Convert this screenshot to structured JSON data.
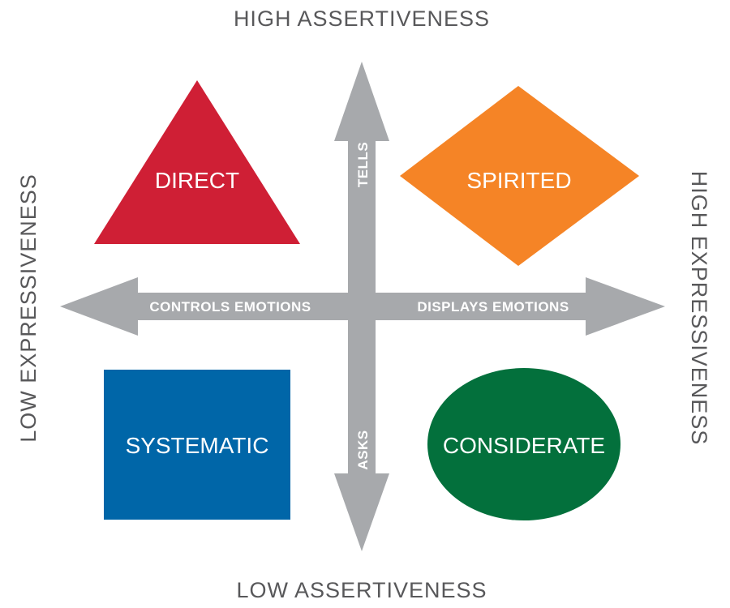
{
  "axes": {
    "top": "HIGH ASSERTIVENESS",
    "bottom": "LOW ASSERTIVENESS",
    "left": "LOW EXPRESSIVENESS",
    "right": "HIGH EXPRESSIVENESS"
  },
  "arrows": {
    "up": "TELLS",
    "down": "ASKS",
    "left": "CONTROLS EMOTIONS",
    "right": "DISPLAYS EMOTIONS",
    "color": "#a7a9ac"
  },
  "quadrants": {
    "direct": {
      "label": "DIRECT",
      "shape": "triangle",
      "color": "#cf1f35"
    },
    "spirited": {
      "label": "SPIRITED",
      "shape": "diamond",
      "color": "#f58426"
    },
    "systematic": {
      "label": "SYSTEMATIC",
      "shape": "square",
      "color": "#0066a8"
    },
    "considerate": {
      "label": "CONSIDERATE",
      "shape": "ellipse",
      "color": "#03703c"
    }
  },
  "colors": {
    "axis_text": "#58585a",
    "shape_text": "#ffffff"
  }
}
